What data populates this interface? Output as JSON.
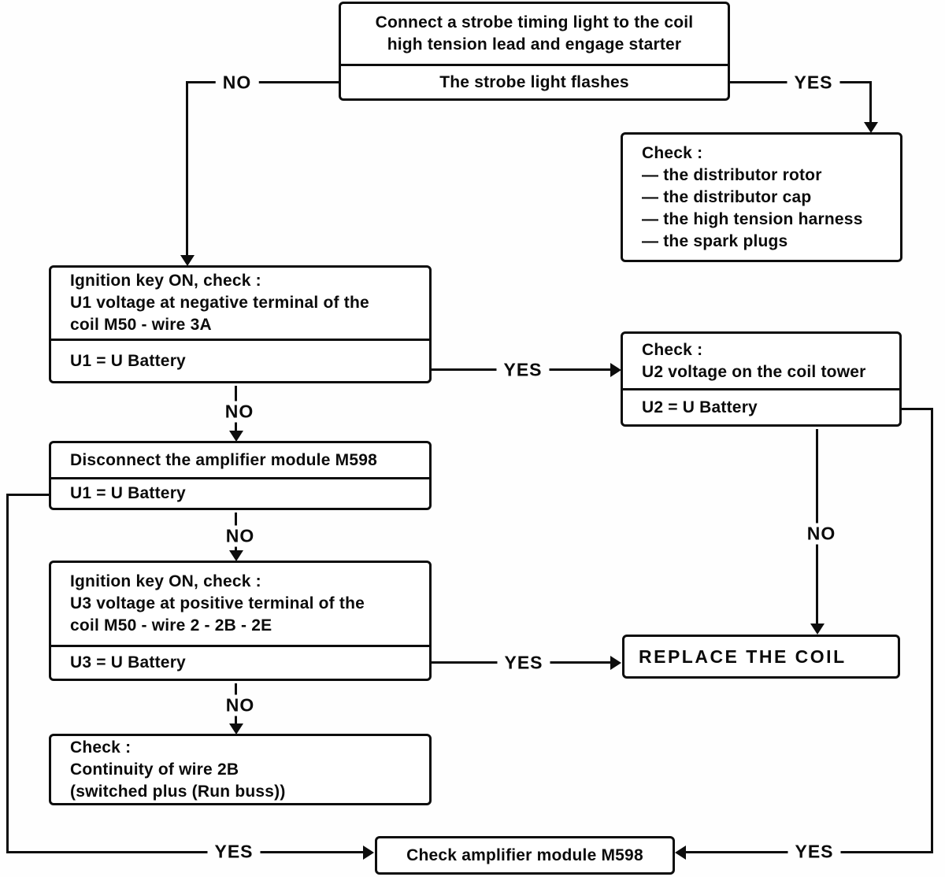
{
  "labels": {
    "yes": "YES",
    "no": "NO"
  },
  "nodes": {
    "strobe": {
      "action_line1": "Connect a strobe timing light to the coil",
      "action_line2": "high tension lead and engage starter",
      "result": "The strobe light flashes"
    },
    "secondary_check": {
      "title": "Check :",
      "items": [
        "— the distributor rotor",
        "— the distributor cap",
        "— the high tension harness",
        "— the spark plugs"
      ]
    },
    "u1_check": {
      "line1": "Ignition key ON, check :",
      "line2": "U1 voltage at negative terminal of the",
      "line3": "coil M50 - wire 3A",
      "result": "U1 = U Battery"
    },
    "u2_check": {
      "line1": "Check :",
      "line2": "U2 voltage on the coil tower",
      "result": "U2 = U Battery"
    },
    "disconnect_amplifier": {
      "line1": "Disconnect the amplifier module M598",
      "result": "U1 = U Battery"
    },
    "u3_check": {
      "line1": "Ignition key ON, check :",
      "line2": "U3 voltage at positive terminal of the",
      "line3": "coil M50 - wire 2 - 2B - 2E",
      "result": "U3 = U Battery"
    },
    "replace_coil": {
      "text": "REPLACE THE COIL"
    },
    "continuity_check": {
      "line1": "Check :",
      "line2": "Continuity of wire 2B",
      "line3": "(switched plus (Run buss))"
    },
    "amplifier_module": {
      "text": "Check amplifier module M598"
    }
  }
}
